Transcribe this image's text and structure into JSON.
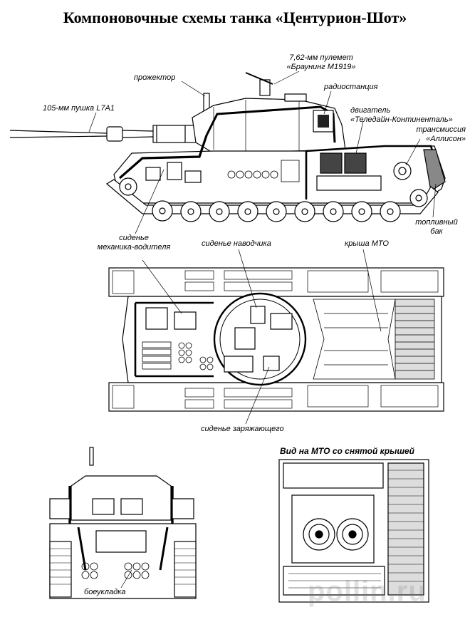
{
  "title": "Компоновочные схемы танка «Центурион-Шот»",
  "labels": {
    "gun": "105-мм пушка L7A1",
    "searchlight": "прожектор",
    "mg_line1": "7,62-мм пулемет",
    "mg_line2": "«Браунинг М1919»",
    "radio": "радиостанция",
    "engine_line1": "двигатель",
    "engine_line2": "«Теледайн-Континенталь»",
    "transmission_line1": "трансмиссия",
    "transmission_line2": "«Аллисон»",
    "fuel_line1": "топливный",
    "fuel_line2": "бак",
    "driver_line1": "сиденье",
    "driver_line2": "механика-водителя",
    "gunner": "сиденье наводчика",
    "roof": "крыша МТО",
    "loader": "сиденье заряжающего",
    "ammo": "боеукладка",
    "engine_view": "Вид на МТО со снятой крышей"
  },
  "watermark": "pollin.ru"
}
